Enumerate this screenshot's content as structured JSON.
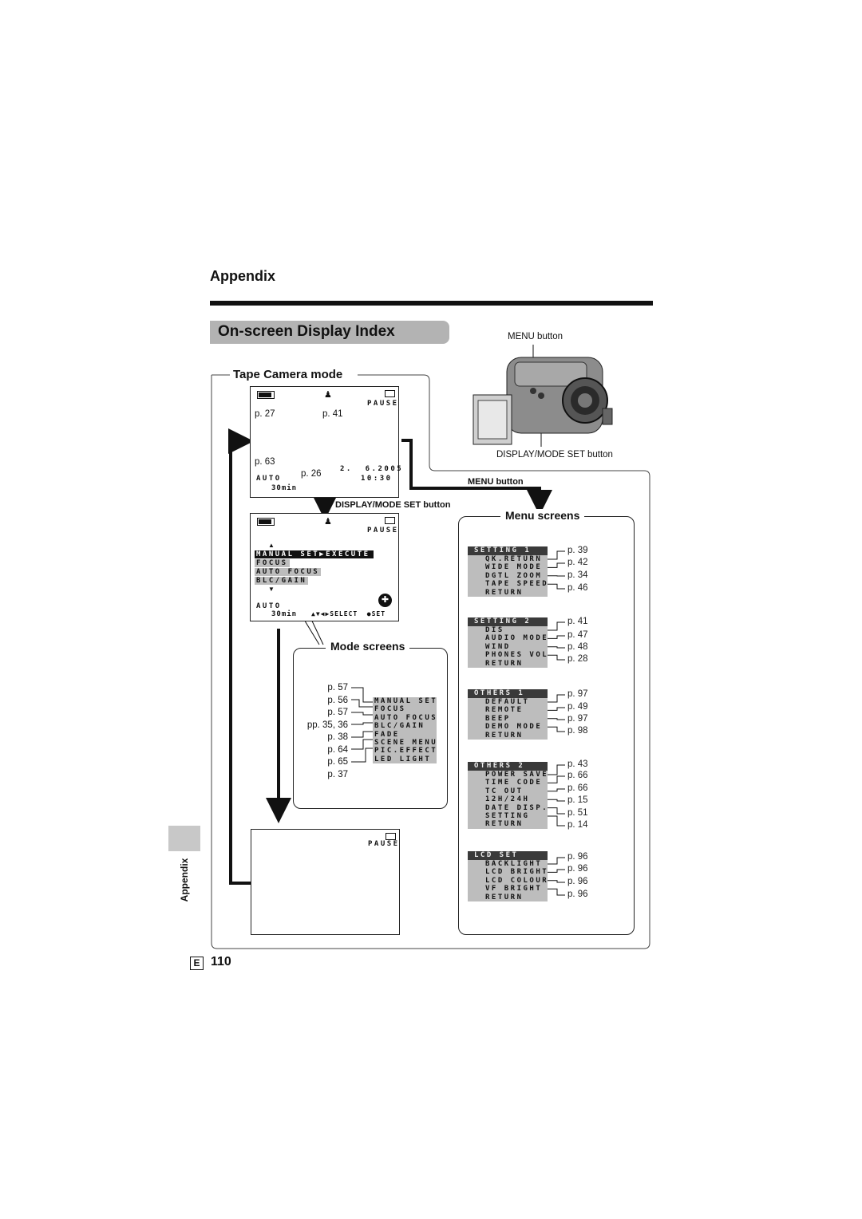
{
  "page": {
    "section_title": "Appendix",
    "banner_title": "On-screen Display Index",
    "side_tab": "Appendix",
    "page_letter": "E",
    "page_number": "110"
  },
  "camera": {
    "menu_button_label": "MENU button",
    "display_button_label": "DISPLAY/MODE SET button"
  },
  "tape_camera": {
    "title": "Tape Camera mode",
    "screen1": {
      "pause": "PAUSE",
      "ref_battery": "p. 27",
      "ref_person": "p. 41",
      "ref_left": "p. 63",
      "ref_auto": "p. 26",
      "auto": "AUTO",
      "tape": "30min",
      "date": "2.  6.2005",
      "time": "10:30"
    },
    "arrow_menu_label": "MENU button",
    "arrow_display_label": "DISPLAY/MODE SET button",
    "screen2": {
      "pause": "PAUSE",
      "items": [
        "MANUAL SET▶EXECUTE",
        "FOCUS",
        "AUTO FOCUS",
        "BLC/GAIN"
      ],
      "auto": "AUTO",
      "tape": "30min",
      "nav": "▲▼◀▶SELECT  ●SET"
    },
    "screen3": {
      "pause": "PAUSE"
    }
  },
  "mode_screens": {
    "title": "Mode screens",
    "items": [
      "MANUAL SET",
      "FOCUS",
      "AUTO FOCUS",
      "BLC/GAIN",
      "FADE",
      "SCENE MENU",
      "PIC.EFFECT",
      "LED LIGHT"
    ],
    "refs": [
      "p. 57",
      "p. 56",
      "p. 57",
      "pp. 35, 36",
      "p. 38",
      "p. 64",
      "p. 65",
      "p. 37"
    ]
  },
  "menu_screens": {
    "title": "Menu screens",
    "blocks": [
      {
        "header": "SETTING 1",
        "items": [
          "QK.RETURN",
          "WIDE MODE",
          "DGTL ZOOM",
          "TAPE SPEED",
          "RETURN"
        ],
        "refs": [
          "p. 39",
          "p. 42",
          "p. 34",
          "p. 46"
        ]
      },
      {
        "header": "SETTING 2",
        "items": [
          "DIS",
          "AUDIO MODE",
          "WIND",
          "PHONES VOL",
          "RETURN"
        ],
        "refs": [
          "p. 41",
          "p. 47",
          "p. 48",
          "p. 28"
        ]
      },
      {
        "header": "OTHERS 1",
        "items": [
          "DEFAULT",
          "REMOTE",
          "BEEP",
          "DEMO MODE",
          "RETURN"
        ],
        "refs": [
          "p. 97",
          "p. 49",
          "p. 97",
          "p. 98"
        ]
      },
      {
        "header": "OTHERS 2",
        "items": [
          "POWER SAVE",
          "TIME CODE",
          "TC OUT",
          "12H/24H",
          "DATE DISP.",
          "SETTING",
          "RETURN"
        ],
        "refs": [
          "p. 43",
          "p. 66",
          "p. 66",
          "p. 15",
          "p. 51",
          "p. 14"
        ]
      },
      {
        "header": "LCD SET",
        "items": [
          "BACKLIGHT",
          "LCD BRIGHT",
          "LCD COLOUR",
          "VF BRIGHT",
          "RETURN"
        ],
        "refs": [
          "p. 96",
          "p. 96",
          "p. 96",
          "p. 96"
        ]
      }
    ]
  }
}
